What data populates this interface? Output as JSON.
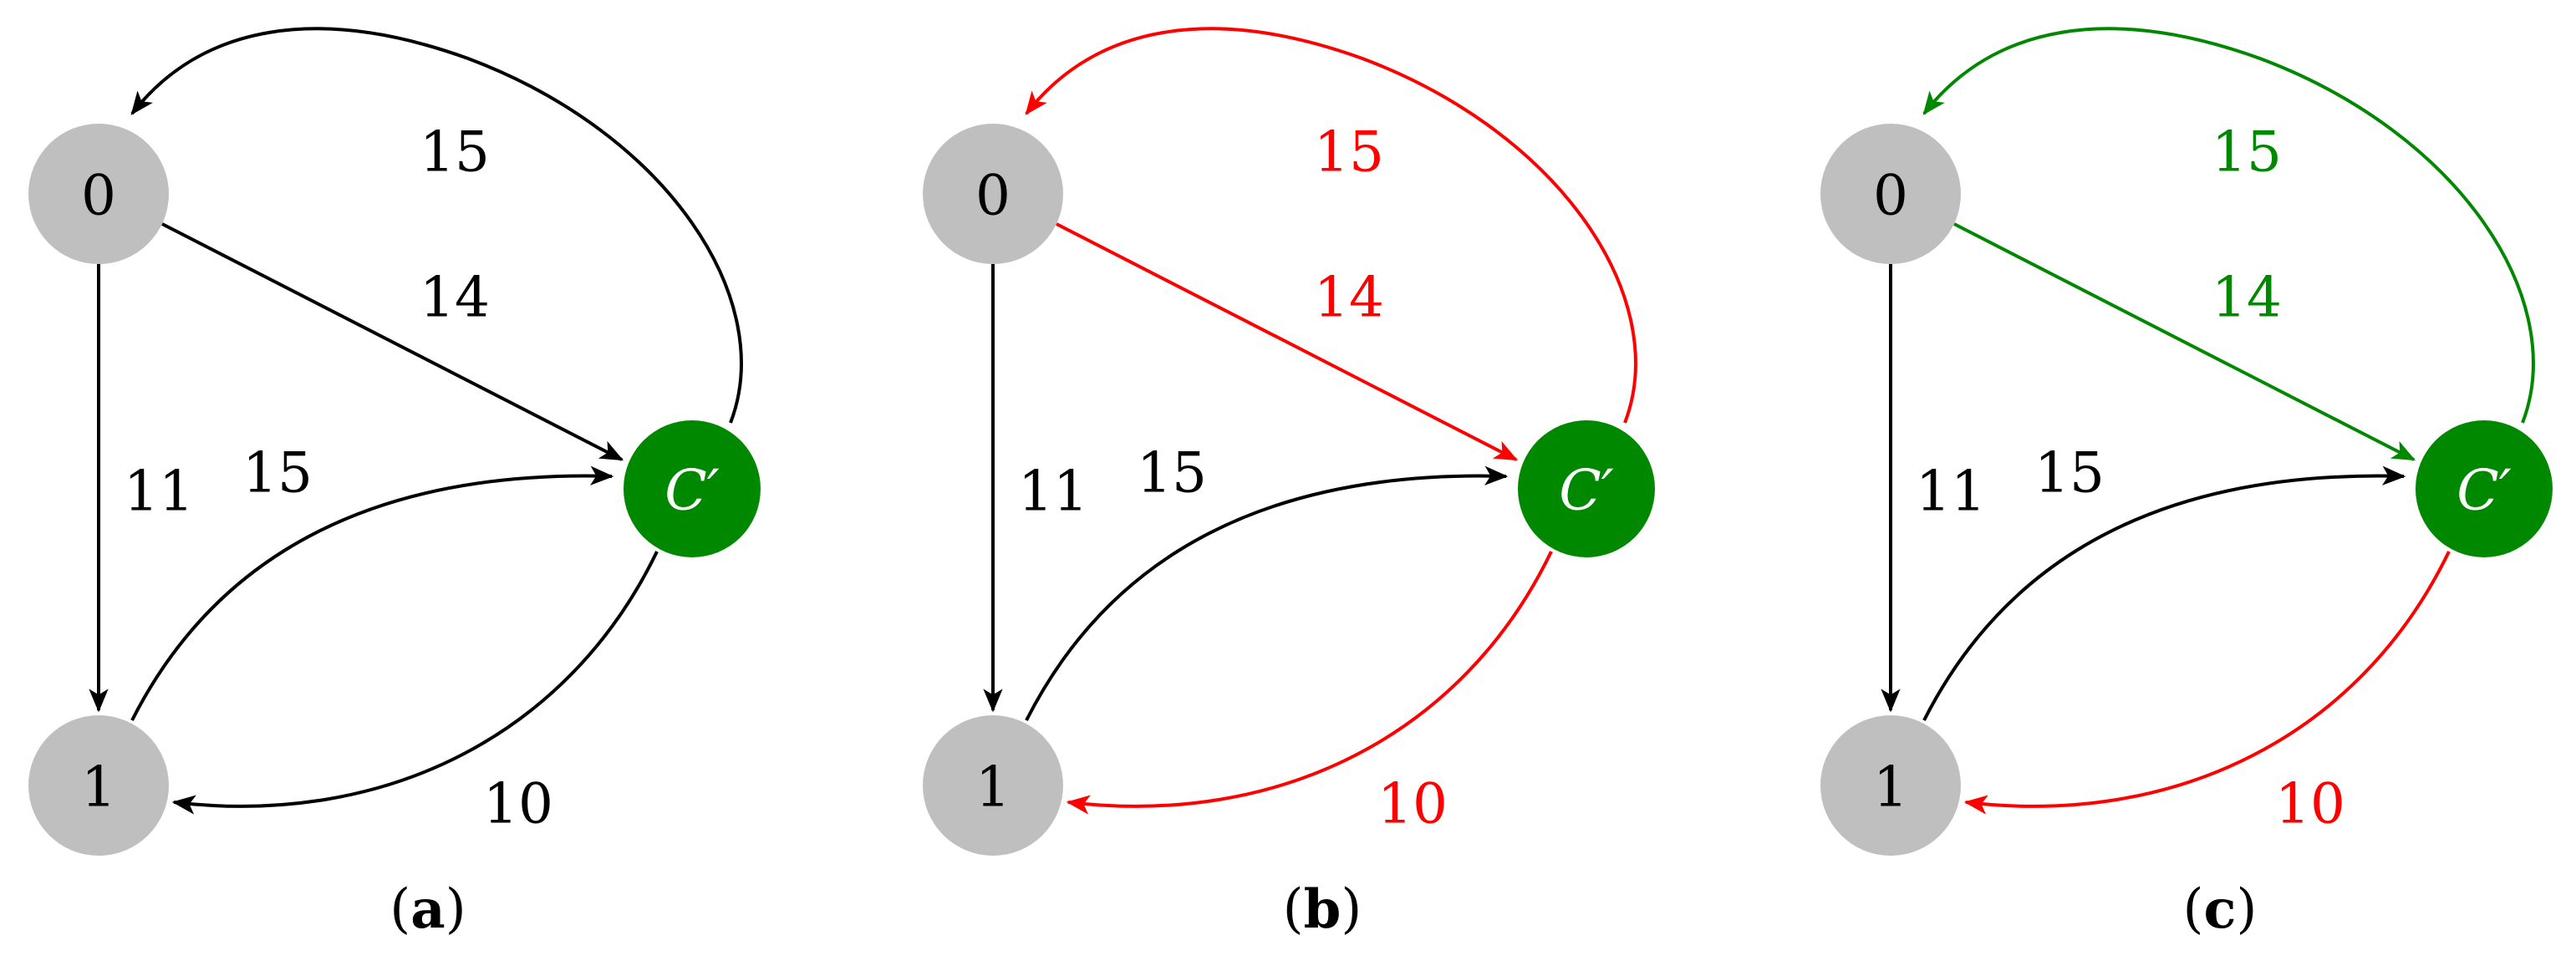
{
  "colors": {
    "node_gray": "#bfbfbf",
    "node_green": "#008800",
    "default_edge": "#000000",
    "red": "#ff0000",
    "green": "#008800"
  },
  "panels": [
    {
      "caption": {
        "open": "(",
        "letter": "a",
        "close": ")"
      },
      "nodes": {
        "n0": "0",
        "n1": "1",
        "c": "C′"
      },
      "edges": {
        "c_to_0": {
          "label": "15",
          "color": "#000000"
        },
        "n0_to_c": {
          "label": "14",
          "color": "#000000"
        },
        "n0_to_1": {
          "label": "11",
          "color": "#000000"
        },
        "n1_to_c": {
          "label": "15",
          "color": "#000000"
        },
        "c_to_1": {
          "label": "10",
          "color": "#000000"
        }
      }
    },
    {
      "caption": {
        "open": "(",
        "letter": "b",
        "close": ")"
      },
      "nodes": {
        "n0": "0",
        "n1": "1",
        "c": "C′"
      },
      "edges": {
        "c_to_0": {
          "label": "15",
          "color": "#ff0000"
        },
        "n0_to_c": {
          "label": "14",
          "color": "#ff0000"
        },
        "n0_to_1": {
          "label": "11",
          "color": "#000000"
        },
        "n1_to_c": {
          "label": "15",
          "color": "#000000"
        },
        "c_to_1": {
          "label": "10",
          "color": "#ff0000"
        }
      }
    },
    {
      "caption": {
        "open": "(",
        "letter": "c",
        "close": ")"
      },
      "nodes": {
        "n0": "0",
        "n1": "1",
        "c": "C′"
      },
      "edges": {
        "c_to_0": {
          "label": "15",
          "color": "#008800"
        },
        "n0_to_c": {
          "label": "14",
          "color": "#008800"
        },
        "n0_to_1": {
          "label": "11",
          "color": "#000000"
        },
        "n1_to_c": {
          "label": "15",
          "color": "#000000"
        },
        "c_to_1": {
          "label": "10",
          "color": "#ff0000"
        }
      }
    }
  ]
}
